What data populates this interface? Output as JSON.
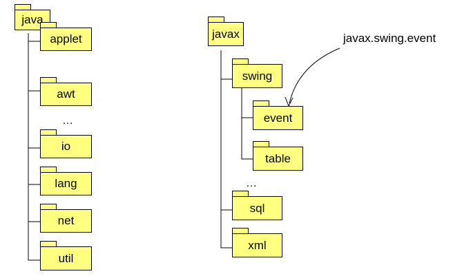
{
  "java": {
    "root": "java",
    "children": [
      "applet",
      "awt",
      "io",
      "lang",
      "net",
      "util"
    ],
    "ellipsis": "…"
  },
  "javax": {
    "root": "javax",
    "swing": "swing",
    "swing_children": [
      "event",
      "table"
    ],
    "children_after": [
      "sql",
      "xml"
    ],
    "ellipsis": "…"
  },
  "annotation": {
    "label": "javax.swing.event"
  },
  "colors": {
    "package_fill": "#ffff80",
    "outline": "#000000"
  }
}
